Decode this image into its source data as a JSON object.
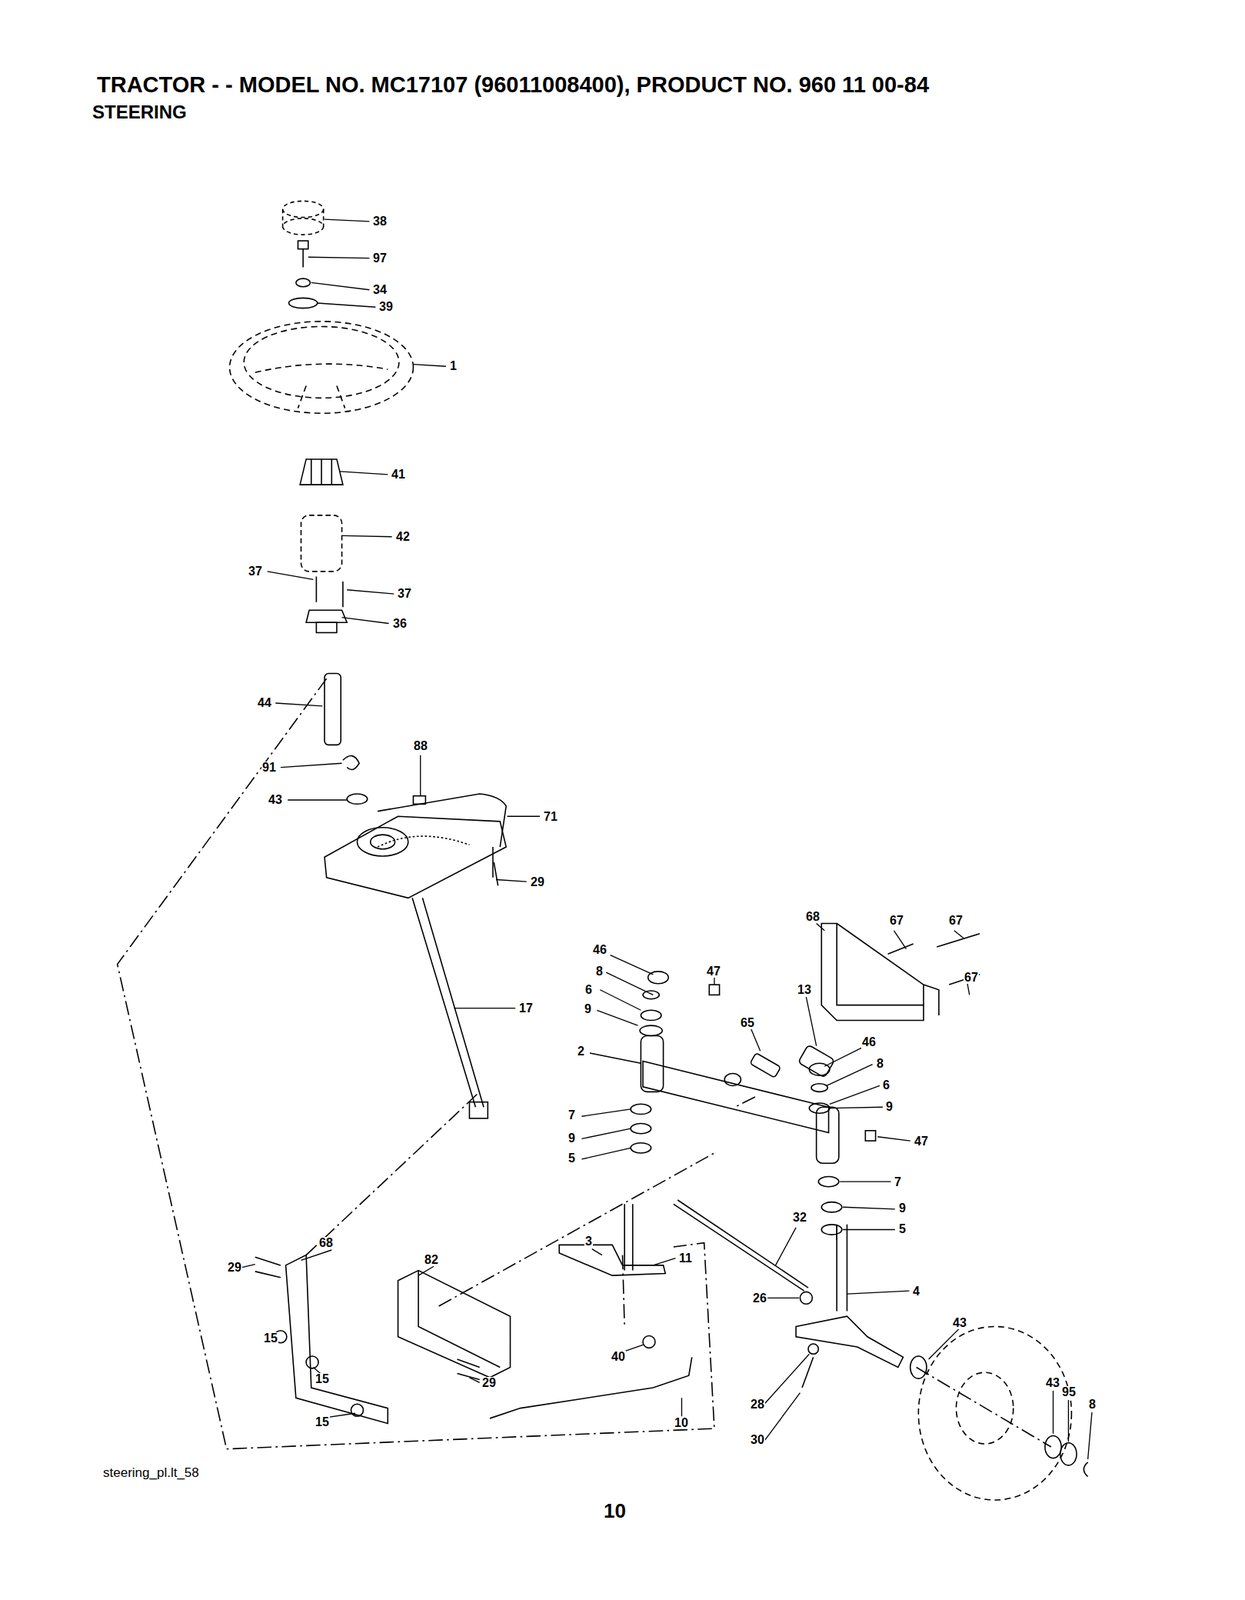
{
  "diagram": {
    "title": "TRACTOR - - MODEL NO. MC17107 (96011008400), PRODUCT NO. 960 11 00-84",
    "labels": [
      "STEERING",
      "38",
      "97",
      "34",
      "39",
      "1",
      "41",
      "42",
      "37",
      "37",
      "36",
      "44",
      "91",
      "88",
      "43",
      "71",
      "29",
      "17",
      "68",
      "67",
      "67",
      "67",
      "46",
      "8",
      "6",
      "9",
      "47",
      "13",
      "65",
      "46",
      "8",
      "6",
      "9",
      "2",
      "7",
      "9",
      "5",
      "47",
      "7",
      "9",
      "5",
      "32",
      "3",
      "11",
      "4",
      "26",
      "43",
      "68",
      "82",
      "29",
      "15",
      "15",
      "15",
      "29",
      "40",
      "28",
      "30",
      "10",
      "43",
      "95",
      "8",
      "steering_pl.lt_58",
      "10"
    ]
  }
}
